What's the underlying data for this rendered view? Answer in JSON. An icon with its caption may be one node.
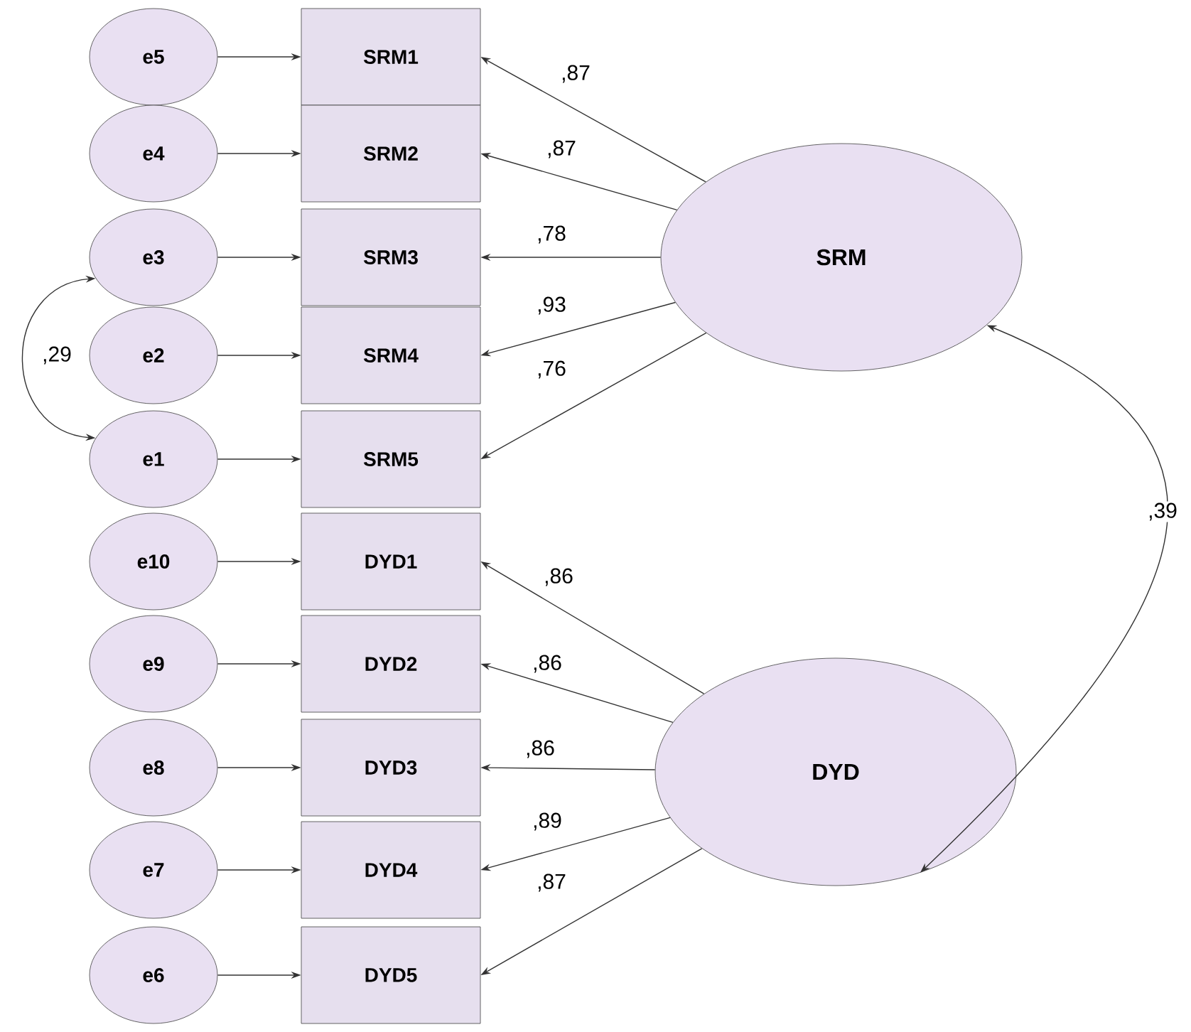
{
  "diagram": {
    "nodes": [
      {
        "text": [
          "e5"
        ]
      },
      {
        "text": [
          "SRM1"
        ]
      },
      {
        "text": [
          "e4"
        ]
      },
      {
        "text": [
          "SRM2"
        ]
      },
      {
        "text": [
          "e3"
        ]
      },
      {
        "text": [
          "SRM3"
        ]
      },
      {
        "text": [
          "e2"
        ]
      },
      {
        "text": [
          "SRM4"
        ]
      },
      {
        "text": [
          "e1"
        ]
      },
      {
        "text": [
          "SRM5"
        ]
      },
      {
        "text": [
          "e10"
        ]
      },
      {
        "text": [
          "DYD1"
        ]
      },
      {
        "text": [
          "e9"
        ]
      },
      {
        "text": [
          "DYD2"
        ]
      },
      {
        "text": [
          "e8"
        ]
      },
      {
        "text": [
          "DYD3"
        ]
      },
      {
        "text": [
          "e7"
        ]
      },
      {
        "text": [
          "DYD4"
        ]
      },
      {
        "text": [
          "e6"
        ]
      },
      {
        "text": [
          "DYD5"
        ]
      },
      {
        "text": [
          "SRM"
        ]
      },
      {
        "text": [
          "DYD"
        ]
      }
    ],
    "edges": [
      {
        "from": 0,
        "to": 1,
        "arrow": "to"
      },
      {
        "from": 2,
        "to": 3,
        "arrow": "to"
      },
      {
        "from": 4,
        "to": 5,
        "arrow": "to"
      },
      {
        "from": 6,
        "to": 7,
        "arrow": "to"
      },
      {
        "from": 8,
        "to": 9,
        "arrow": "to"
      },
      {
        "from": 10,
        "to": 11,
        "arrow": "to"
      },
      {
        "from": 12,
        "to": 13,
        "arrow": "to"
      },
      {
        "from": 14,
        "to": 15,
        "arrow": "to"
      },
      {
        "from": 16,
        "to": 17,
        "arrow": "to"
      },
      {
        "from": 18,
        "to": 19,
        "arrow": "to"
      },
      {
        "from": 20,
        "to": 1,
        "arrow": "to",
        "label": ",87"
      },
      {
        "from": 20,
        "to": 3,
        "arrow": "to",
        "label": ",87"
      },
      {
        "from": 20,
        "to": 5,
        "arrow": "to",
        "label": ",78"
      },
      {
        "from": 20,
        "to": 7,
        "arrow": "to",
        "label": ",93"
      },
      {
        "from": 20,
        "to": 9,
        "arrow": "to",
        "label": ",76"
      },
      {
        "from": 21,
        "to": 11,
        "arrow": "to",
        "label": ",86"
      },
      {
        "from": 21,
        "to": 13,
        "arrow": "to",
        "label": ",86"
      },
      {
        "from": 21,
        "to": 15,
        "arrow": "to",
        "label": ",86"
      },
      {
        "from": 21,
        "to": 17,
        "arrow": "to",
        "label": ",89"
      },
      {
        "from": 21,
        "to": 19,
        "arrow": "to",
        "label": ",87"
      },
      {
        "from": 4,
        "to": 8,
        "arrow": "both",
        "label": ",29"
      },
      {
        "from": 20,
        "to": 21,
        "arrow": "both",
        "label": ",39"
      }
    ]
  }
}
